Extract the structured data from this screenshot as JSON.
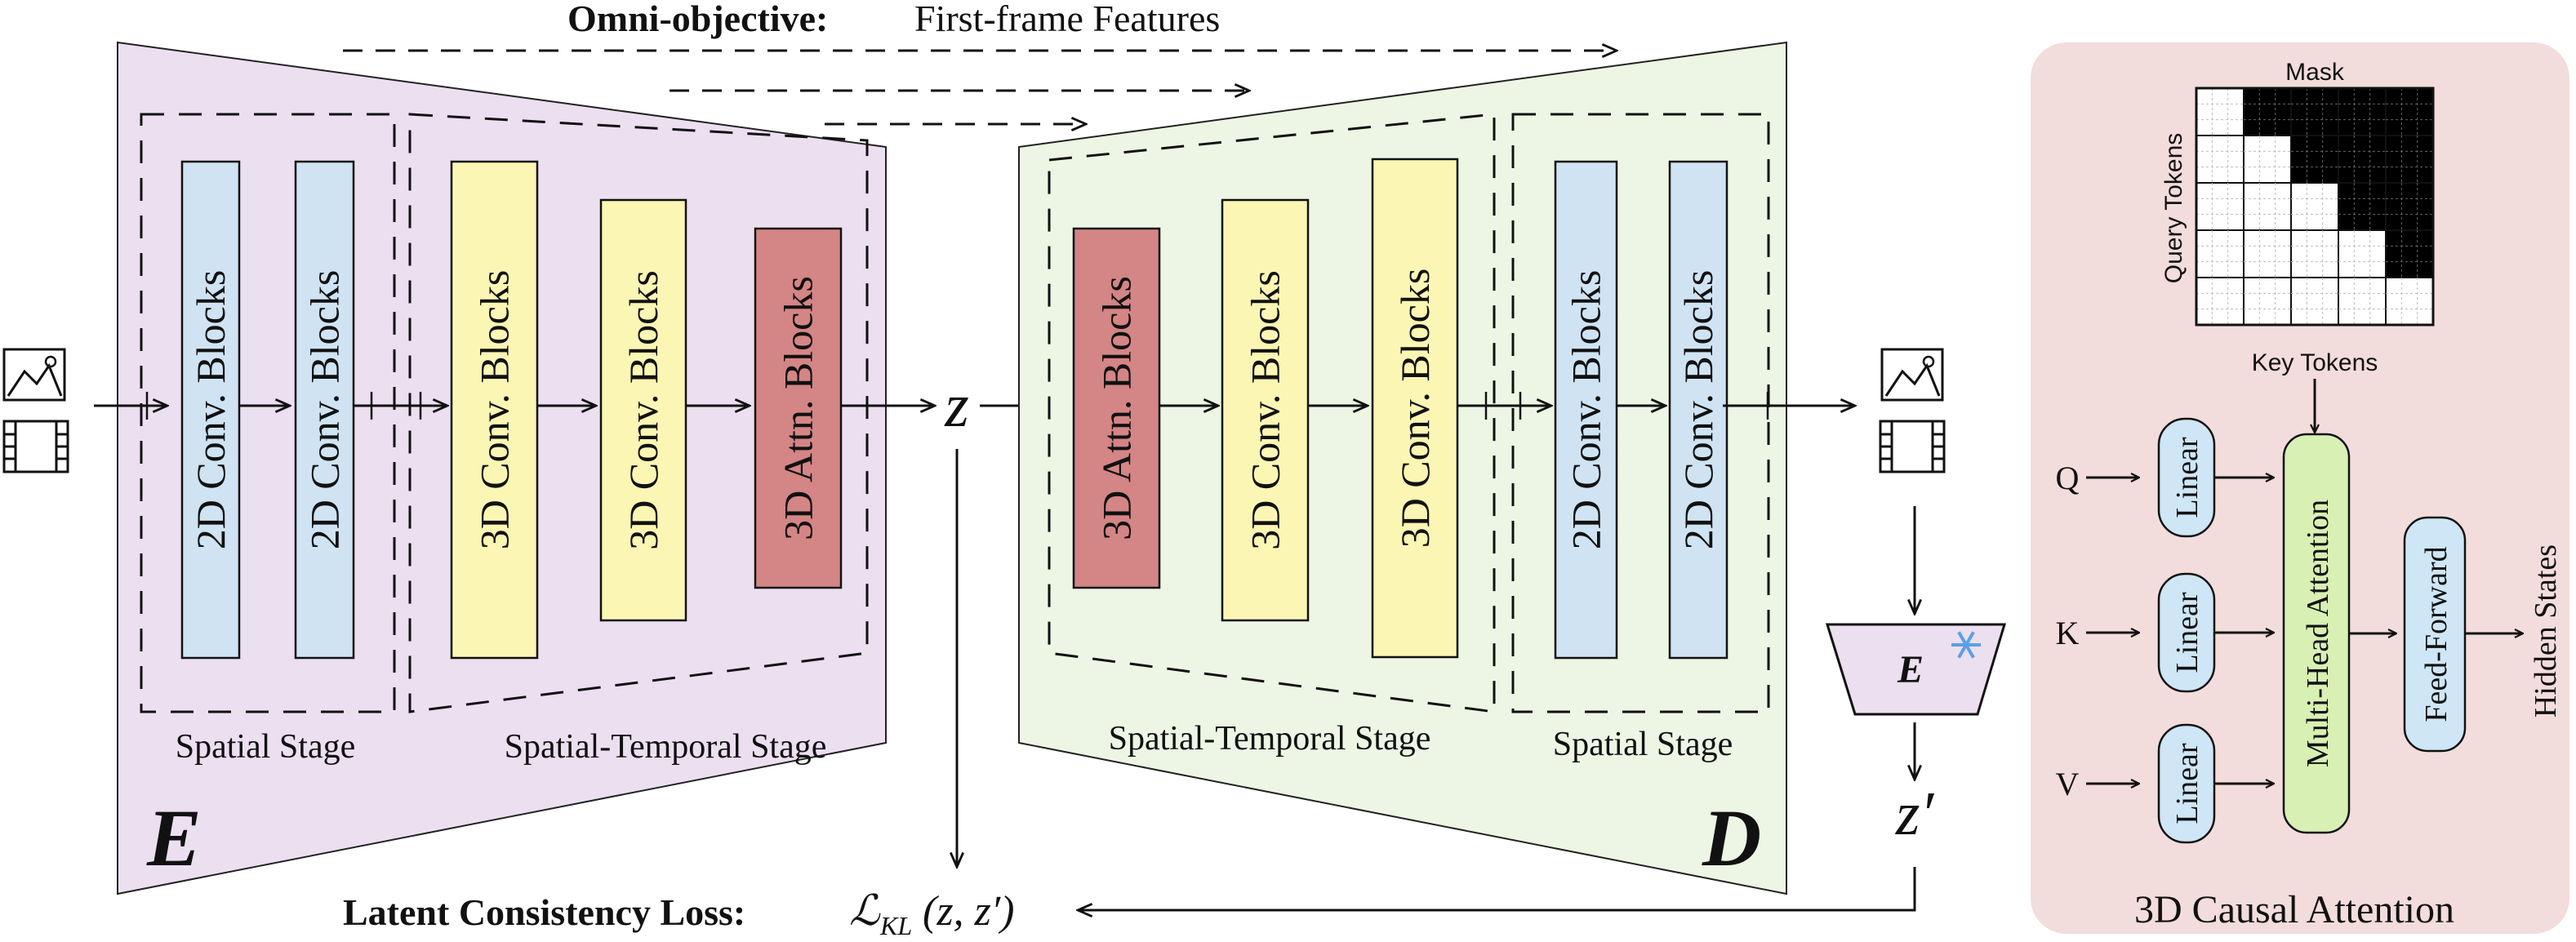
{
  "header": {
    "omni_bold": "Omni-objective:",
    "omni_rest": "First-frame Features"
  },
  "encoder": {
    "letter": "E",
    "spatial_stage_label": "Spatial Stage",
    "st_stage_label": "Spatial-Temporal Stage",
    "blocks": [
      {
        "label": "2D Conv. Blocks",
        "kind": "2d"
      },
      {
        "label": "2D Conv. Blocks",
        "kind": "2d"
      },
      {
        "label": "3D Conv. Blocks",
        "kind": "3d"
      },
      {
        "label": "3D Conv. Blocks",
        "kind": "3d"
      },
      {
        "label": "3D Attn. Blocks",
        "kind": "attn"
      }
    ]
  },
  "latent": {
    "z": "z",
    "z_prime": "z′"
  },
  "decoder": {
    "letter": "D",
    "st_stage_label": "Spatial-Temporal Stage",
    "spatial_stage_label": "Spatial Stage",
    "blocks": [
      {
        "label": "3D Attn. Blocks",
        "kind": "attn"
      },
      {
        "label": "3D Conv. Blocks",
        "kind": "3d"
      },
      {
        "label": "3D Conv. Blocks",
        "kind": "3d"
      },
      {
        "label": "2D Conv. Blocks",
        "kind": "2d"
      },
      {
        "label": "2D Conv. Blocks",
        "kind": "2d"
      }
    ]
  },
  "frozen_encoder": {
    "letter": "E"
  },
  "loss": {
    "bold": "Latent Consistency Loss:",
    "formula_L": "ℒ",
    "formula_sub": "KL",
    "formula_args": "(z, z′)"
  },
  "causal_attention": {
    "title": "3D Causal Attention",
    "mask_label": "Mask",
    "query_label": "Query Tokens",
    "key_label": "Key Tokens",
    "mask_rows": [
      [
        0,
        1,
        1,
        1,
        1
      ],
      [
        0,
        0,
        1,
        1,
        1
      ],
      [
        0,
        0,
        0,
        1,
        1
      ],
      [
        0,
        0,
        0,
        0,
        1
      ],
      [
        0,
        0,
        0,
        0,
        0
      ]
    ],
    "inputs": [
      "Q",
      "K",
      "V"
    ],
    "linear_label": "Linear",
    "mha_label": "Multi-Head Attention",
    "ff_label": "Feed-Forward",
    "output_label": "Hidden States"
  },
  "colors": {
    "encoder_bg": "#ebdff0",
    "decoder_bg": "#edf6e4",
    "panel_bg": "#f3dcdc",
    "conv2d": "#cfe3f3",
    "conv3d": "#fbf6b4",
    "attn": "#d48585",
    "linear": "#cfe6f6",
    "mha": "#d8f0b4",
    "frozen": "#ebdff0",
    "snowflake": "#5aa0e6"
  }
}
